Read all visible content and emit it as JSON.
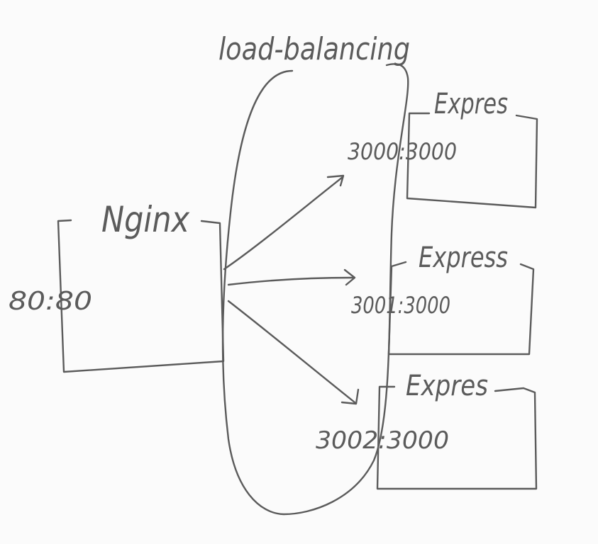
{
  "diagram": {
    "title": "load-balancing",
    "ink_color": "#5b5b5b",
    "background": "#fbfbfb",
    "proxy": {
      "label": "Nginx",
      "port_mapping": "80:80"
    },
    "servers": [
      {
        "label": "Expres",
        "port_mapping": "3000:3000"
      },
      {
        "label": "Express",
        "port_mapping": "3001:3000"
      },
      {
        "label": "Expres",
        "port_mapping": "3002:3000"
      }
    ]
  }
}
